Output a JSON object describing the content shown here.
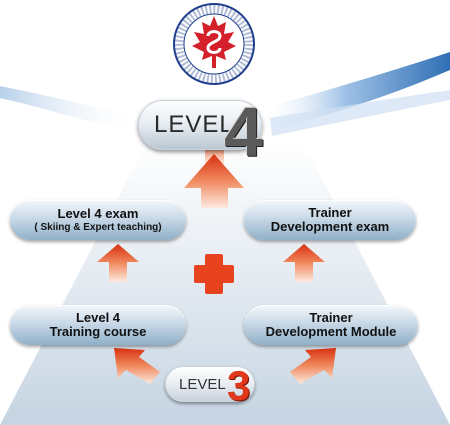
{
  "logo": {
    "name": "canadian-ski-instructors-alliance-seal",
    "text_top": "CANADIAN SKI INSTRUCTORS' ALLIANCE",
    "text_bottom": "ALLIANCE DES MONITEURS DE SKI DU CANADA",
    "leaf_color": "#d3202a",
    "ring_color": "#1f3f8c"
  },
  "top_level": {
    "word": "LEVEL",
    "number": "4"
  },
  "bottom_level": {
    "word": "LEVEL",
    "number": "3"
  },
  "boxes": {
    "exam": {
      "line1": "Level 4 exam",
      "line2": "( Skiing & Expert teaching)"
    },
    "trainer_exam": {
      "line1": "Trainer",
      "line2": "Development exam"
    },
    "training": {
      "line1": "Level 4",
      "line2": "Training course"
    },
    "trainer_module": {
      "line1": "Trainer",
      "line2": "Development Module"
    }
  },
  "plus": "+",
  "colors": {
    "arrow": "#e8431f",
    "arrow_light": "#fbe4d8",
    "pill": "#8fb0c9",
    "swoosh": "#4f86c6"
  }
}
